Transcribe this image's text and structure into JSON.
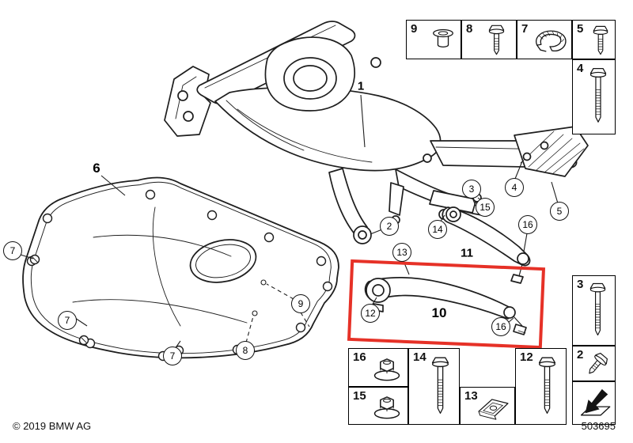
{
  "footer": {
    "copyright": "© 2019 BMW AG",
    "diagram_number": "503695"
  },
  "colors": {
    "highlight_box": "#e63127",
    "line_art": "#1e1e1e"
  },
  "callouts": [
    {
      "id": "1",
      "style": "plain"
    },
    {
      "id": "6",
      "style": "plain"
    },
    {
      "id": "10",
      "style": "plain"
    },
    {
      "id": "11",
      "style": "plain"
    },
    {
      "id": "2",
      "style": "circled"
    },
    {
      "id": "3",
      "style": "circled"
    },
    {
      "id": "4",
      "style": "circled"
    },
    {
      "id": "5",
      "style": "circled"
    },
    {
      "id": "7",
      "style": "circled"
    },
    {
      "id": "7",
      "style": "circled"
    },
    {
      "id": "7",
      "style": "circled"
    },
    {
      "id": "8",
      "style": "circled"
    },
    {
      "id": "9",
      "style": "circled"
    },
    {
      "id": "12",
      "style": "circled"
    },
    {
      "id": "13",
      "style": "circled"
    },
    {
      "id": "14",
      "style": "circled"
    },
    {
      "id": "15",
      "style": "circled"
    },
    {
      "id": "16",
      "style": "circled"
    },
    {
      "id": "16",
      "style": "circled"
    }
  ],
  "legend": {
    "cells": [
      {
        "number": "9",
        "icon": "bushing"
      },
      {
        "number": "8",
        "icon": "hex-bolt-short"
      },
      {
        "number": "7",
        "icon": "cage-nut"
      },
      {
        "number": "5",
        "icon": "hex-bolt-short"
      },
      {
        "number": "4",
        "icon": "hex-bolt-long"
      },
      {
        "number": "3",
        "icon": "hex-bolt-long"
      },
      {
        "number": "2",
        "icon": "hex-bolt-small"
      },
      {
        "number": "16",
        "icon": "flange-nut"
      },
      {
        "number": "15",
        "icon": "flange-nut"
      },
      {
        "number": "14",
        "icon": "hex-bolt-long"
      },
      {
        "number": "13",
        "icon": "retainer-plate"
      },
      {
        "number": "12",
        "icon": "hex-bolt-long"
      }
    ],
    "direction_symbol": {
      "icon": "direction-arrow"
    }
  }
}
